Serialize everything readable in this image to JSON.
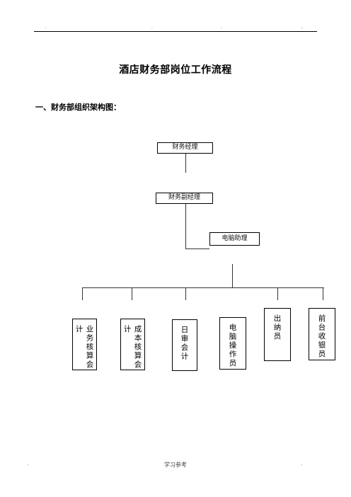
{
  "header": {
    "marks": [
      ".",
      ".",
      ".",
      ".."
    ]
  },
  "title": "酒店财务部岗位工作流程",
  "section_heading": "一、财务部组织架构图：",
  "chart": {
    "manager": "财务经理",
    "deputy": "财务副经理",
    "assistant": "电脑助理",
    "positions": [
      "业务核算会计",
      "成本核算会计",
      "日审会计",
      "电脑操作员",
      "出纳员",
      "前台收银员"
    ]
  },
  "footer": {
    "text": "学习参考",
    "left_mark": ".",
    "right_mark": "."
  }
}
